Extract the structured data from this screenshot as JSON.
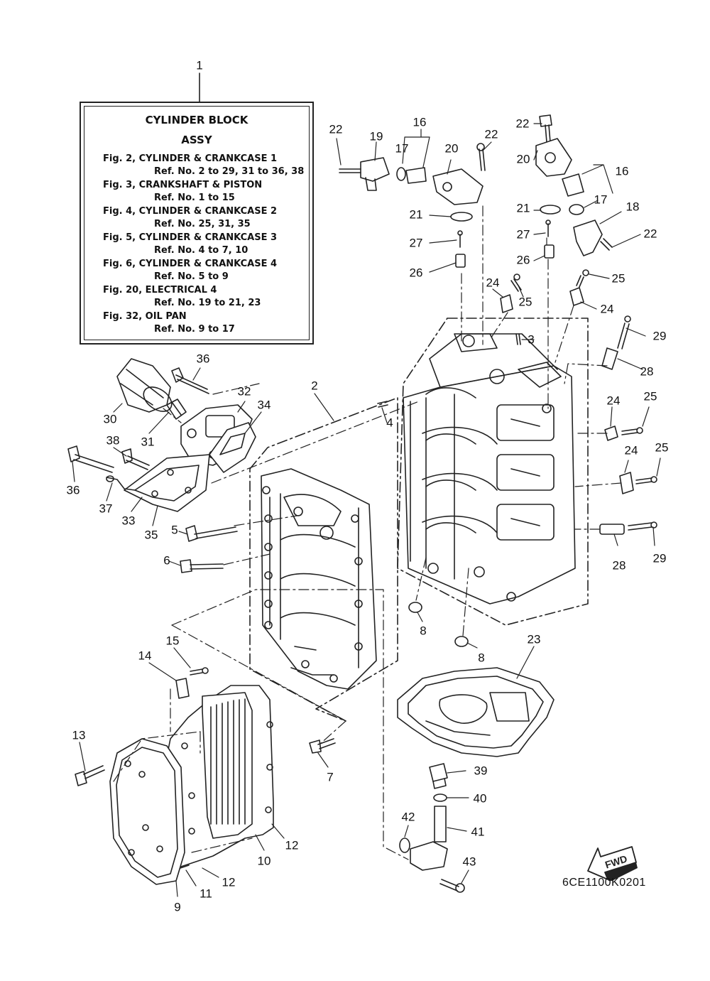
{
  "box": {
    "title_line1": "CYLINDER BLOCK",
    "title_line2": "ASSY",
    "refs": [
      {
        "fig": "Fig. 2, CYLINDER & CRANKCASE 1",
        "ref": "Ref. No. 2 to 29, 31 to 36, 38"
      },
      {
        "fig": "Fig. 3, CRANKSHAFT & PISTON",
        "ref": "Ref. No. 1 to 15"
      },
      {
        "fig": "Fig. 4, CYLINDER & CRANKCASE 2",
        "ref": "Ref. No. 25, 31, 35"
      },
      {
        "fig": "Fig. 5, CYLINDER & CRANKCASE 3",
        "ref": "Ref. No. 4 to 7, 10"
      },
      {
        "fig": "Fig. 6, CYLINDER & CRANKCASE 4",
        "ref": "Ref. No. 5 to 9"
      },
      {
        "fig": "Fig. 20, ELECTRICAL 4",
        "ref": "Ref. No. 19 to 21, 23"
      },
      {
        "fig": "Fig. 32, OIL PAN",
        "ref": "Ref. No. 9 to 17"
      }
    ]
  },
  "part_numbers": {
    "n1": "1",
    "n2": "2",
    "n3": "3",
    "n4": "4",
    "n5": "5",
    "n6": "6",
    "n7": "7",
    "n8": "8",
    "n9": "9",
    "n10": "10",
    "n11": "11",
    "n12": "12",
    "n13": "13",
    "n14": "14",
    "n15": "15",
    "n16": "16",
    "n17": "17",
    "n18": "18",
    "n19": "19",
    "n20": "20",
    "n21": "21",
    "n22": "22",
    "n23": "23",
    "n24": "24",
    "n25": "25",
    "n26": "26",
    "n27": "27",
    "n28": "28",
    "n29": "29",
    "n30": "30",
    "n31": "31",
    "n32": "32",
    "n33": "33",
    "n34": "34",
    "n35": "35",
    "n36": "36",
    "n37": "37",
    "n38": "38",
    "n39": "39",
    "n40": "40",
    "n41": "41",
    "n42": "42",
    "n43": "43"
  },
  "fwd_label": "FWD",
  "drawing_code": "6CE1100K0201"
}
